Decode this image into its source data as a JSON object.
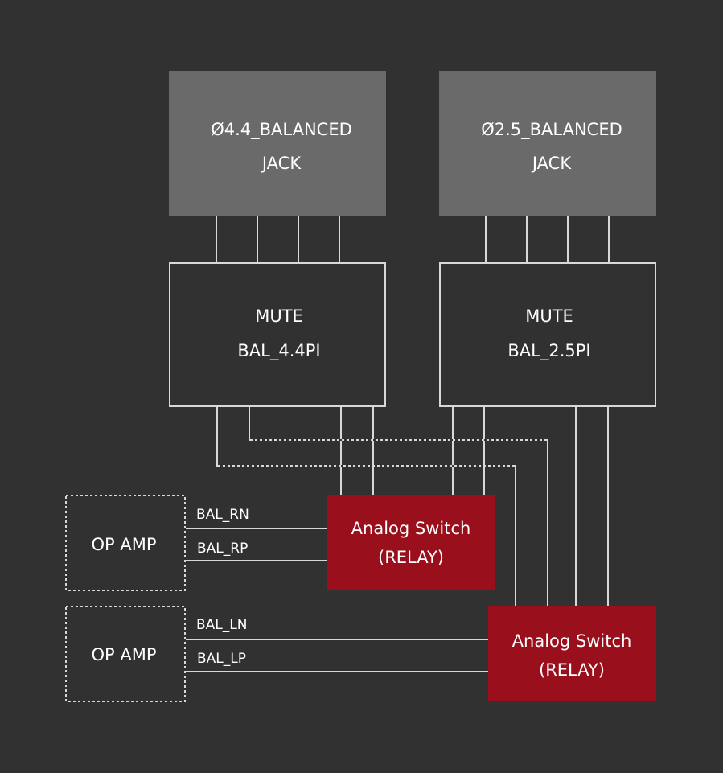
{
  "jacks": [
    {
      "line1": "Ø4.4_BALANCED",
      "line2": "JACK"
    },
    {
      "line1": "Ø2.5_BALANCED",
      "line2": "JACK"
    }
  ],
  "mutes": [
    {
      "line1": "MUTE",
      "line2": "BAL_4.4PI"
    },
    {
      "line1": "MUTE",
      "line2": "BAL_2.5PI"
    }
  ],
  "switches": [
    {
      "line1": "Analog Switch",
      "line2": "(RELAY)"
    },
    {
      "line1": "Analog Switch",
      "line2": "(RELAY)"
    }
  ],
  "opamps": [
    {
      "label": "OP AMP"
    },
    {
      "label": "OP AMP"
    }
  ],
  "signals": {
    "rn": "BAL_RN",
    "rp": "BAL_RP",
    "ln": "BAL_LN",
    "lp": "BAL_LP"
  },
  "colors": {
    "background": "#313131",
    "jack_fill": "#6a6a6a",
    "switch_fill": "#9a0f1c",
    "line": "#d8d8d8"
  }
}
